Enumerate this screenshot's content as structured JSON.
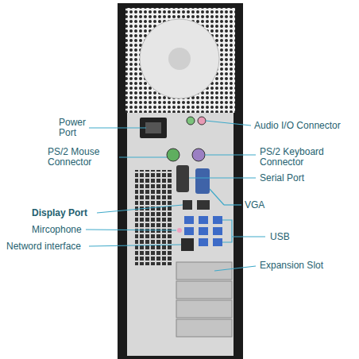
{
  "diagram": {
    "labels": [
      "Power Port",
      "PS/2 Mouse Connector",
      "Display Port",
      "Mircophone",
      "Netword interface",
      "Audio I/O Connector",
      "PS/2 Keyboard Connector",
      "Serial Port",
      "VGA",
      "USB",
      "Expansion Slot"
    ]
  }
}
